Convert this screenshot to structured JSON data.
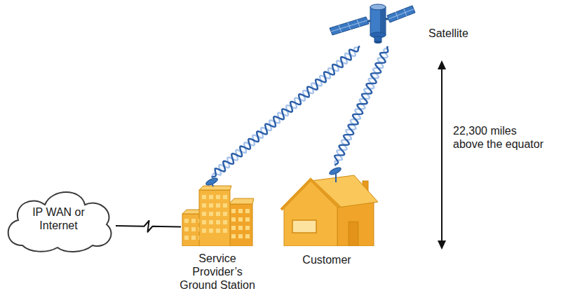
{
  "diagram": {
    "nodes": [
      {
        "text": [
          "Satellite"
        ]
      },
      {
        "text": [
          "IP WAN or Internet"
        ]
      },
      {
        "text": [
          "Service Provider’s Ground Station"
        ]
      },
      {
        "text": [
          "Customer"
        ]
      }
    ],
    "edges": [
      {
        "from": 1,
        "to": 2,
        "arrow": "none"
      },
      {
        "from": 2,
        "to": 0,
        "arrow": "none"
      },
      {
        "from": 3,
        "to": 0,
        "arrow": "none"
      }
    ],
    "labels": [
      "22,300 miles above the equator"
    ]
  }
}
